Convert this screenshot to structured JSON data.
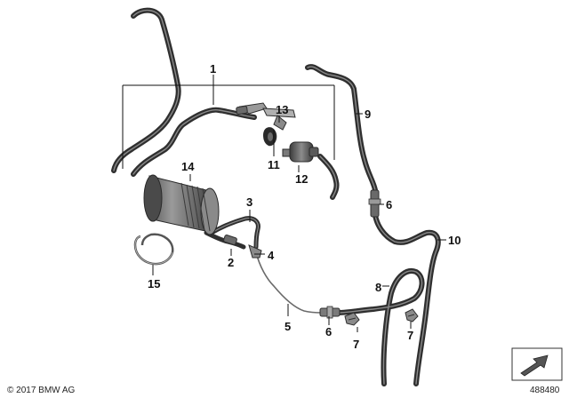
{
  "copyright": "© 2017 BMW AG",
  "diagram_number": "488480",
  "callouts": {
    "c1": "1",
    "c2": "2",
    "c3": "3",
    "c4": "4",
    "c5": "5",
    "c6a": "6",
    "c6b": "6",
    "c7a": "7",
    "c7b": "7",
    "c8": "8",
    "c9": "9",
    "c10": "10",
    "c11": "11",
    "c12": "12",
    "c13": "13",
    "c14": "14",
    "c15": "15"
  },
  "icons": {
    "navigation": "arrow-navigation-icon"
  }
}
